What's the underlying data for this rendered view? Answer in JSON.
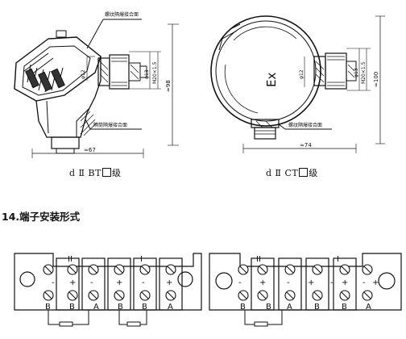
{
  "drawings": {
    "left": {
      "caption_prefix": "d Ⅱ BT",
      "caption_suffix": "级",
      "callout_top": "螺纹隔爆接合面",
      "callout_bottom": "隔筒隔爆接合面",
      "dim_width": "≈67",
      "dim_height": "≈98",
      "dim_d1": "φ12",
      "dim_d2": "φ13",
      "dim_thread": "M20×1.5"
    },
    "right": {
      "caption_prefix": "d Ⅱ CT",
      "caption_suffix": "级",
      "marking": "Ex",
      "callout": "螺纹隔爆接合面",
      "dim_width": "≈74",
      "dim_height": "≈100",
      "dim_d1": "φ12",
      "dim_d2": "φ13",
      "dim_thread": "M20×1.5"
    }
  },
  "section": {
    "title": "14.端子安装形式"
  },
  "terminal_blocks": {
    "left": {
      "groups": [
        "II",
        "I"
      ],
      "signs": [
        "-",
        "+",
        "-",
        "+",
        "-",
        "+"
      ],
      "letters": [
        "B",
        "B",
        "A",
        "B",
        "B",
        "A"
      ]
    },
    "right": {
      "groups": [
        "II",
        "I"
      ],
      "signs": [
        "-",
        "+",
        "-",
        "+",
        "-",
        "+",
        "-",
        "+"
      ],
      "letters": [
        "B",
        "B",
        "A",
        "B",
        "B",
        "A"
      ]
    }
  }
}
